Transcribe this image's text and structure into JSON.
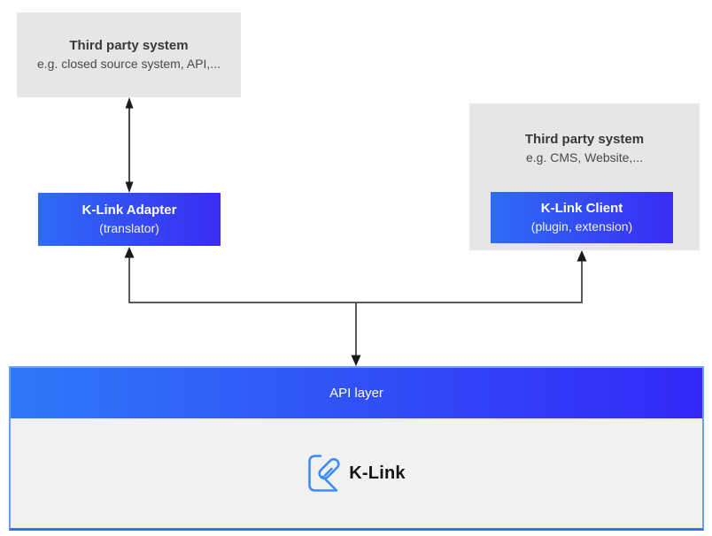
{
  "diagram": {
    "colors": {
      "box_gray": "#e6e6e6",
      "body_gray": "#f1f1f1",
      "blue_start": "#2d6cf6",
      "blue_end": "#3a2cf3",
      "band_start": "#2e79f7",
      "band_end": "#3328f7",
      "border_blue": "#2f77f2",
      "border_blue_light": "#6aa0ee",
      "line_gray": "#5a5a5a",
      "arrow_black": "#1a1a1a",
      "logo_blue": "#3f8df2",
      "text_dark": "#383838",
      "text_sub": "#4a4a4a",
      "white": "#ffffff"
    },
    "third_party_left": {
      "title": "Third party system",
      "subtitle": "e.g. closed source system, API,..."
    },
    "third_party_right": {
      "title": "Third party system",
      "subtitle": "e.g. CMS, Website,..."
    },
    "adapter": {
      "title": "K-Link Adapter",
      "subtitle": "(translator)"
    },
    "client": {
      "title": "K-Link Client",
      "subtitle": "(plugin, extension)"
    },
    "api_layer": {
      "label": "API layer"
    },
    "klink_logo": {
      "label": "K-Link",
      "icon": "k-link-paperclip-logo"
    }
  }
}
